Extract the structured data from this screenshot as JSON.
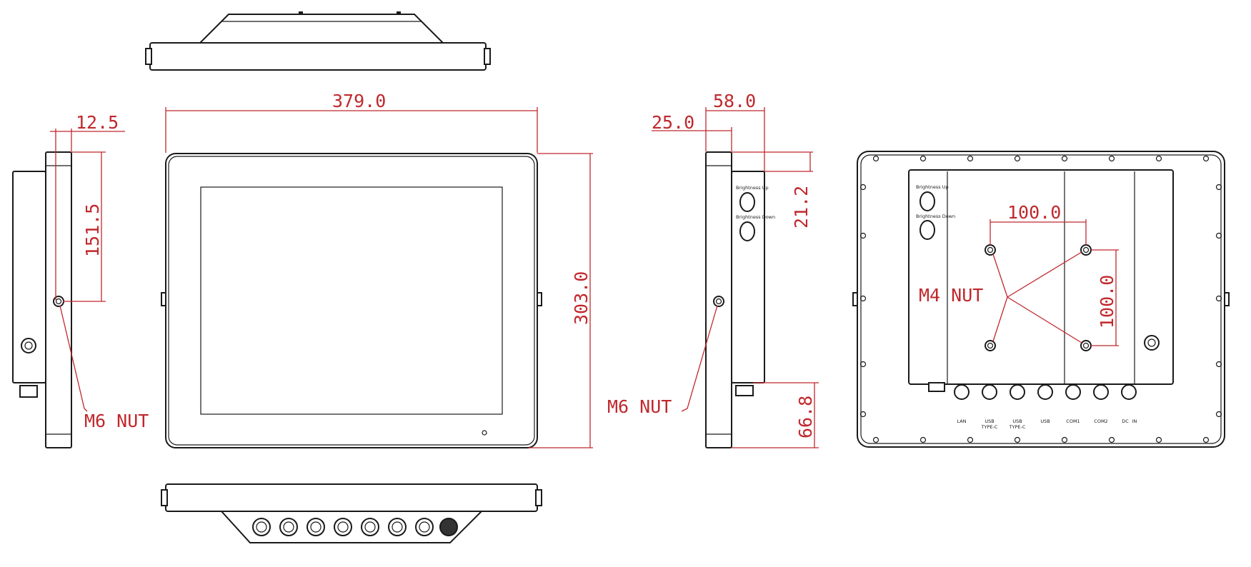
{
  "dimensions": {
    "front_width": "379.0",
    "front_height": "303.0",
    "left_side_offset": "12.5",
    "left_nut_height": "151.5",
    "side_depth": "58.0",
    "side_offset": "25.0",
    "side_top_gap": "21.2",
    "side_bottom_height": "66.8",
    "vesa_horizontal": "100.0",
    "vesa_vertical": "100.0"
  },
  "callouts": {
    "left_nut": "M6 NUT",
    "side_nut": "M6 NUT",
    "rear_nut": "M4 NUT"
  },
  "buttons": {
    "brightness_up": "Brightness Up",
    "brightness_down": "Brightness Down"
  },
  "ports": [
    {
      "line1": "LAN",
      "line2": ""
    },
    {
      "line1": "USB",
      "line2": "TYPE-C"
    },
    {
      "line1": "USB",
      "line2": "TYPE-C"
    },
    {
      "line1": "USB",
      "line2": ""
    },
    {
      "line1": "COM1",
      "line2": ""
    },
    {
      "line1": "COM2",
      "line2": ""
    },
    {
      "line1": "DC",
      "line2": "IN"
    }
  ],
  "colors": {
    "dimension": "#c0282d",
    "outline": "#1a1a1a"
  }
}
